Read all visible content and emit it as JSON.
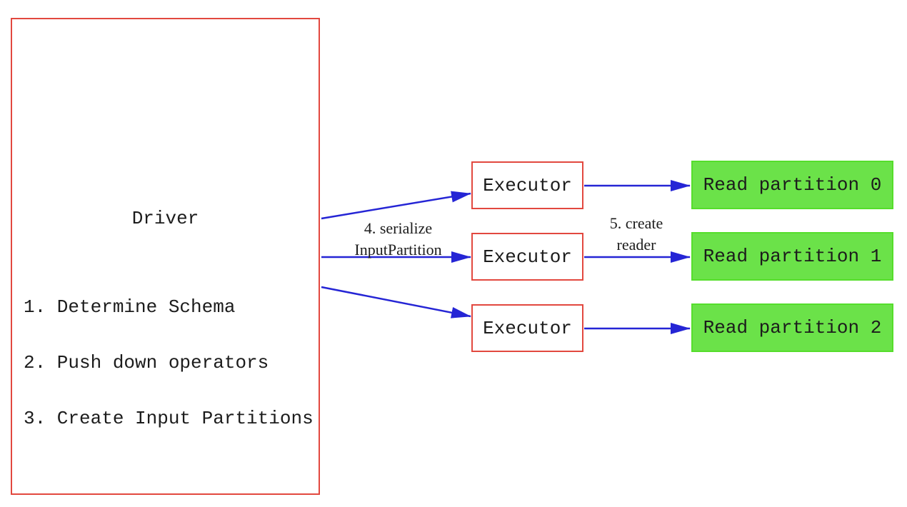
{
  "diagram": {
    "driver": {
      "title": "Driver",
      "steps": [
        "1. Determine Schema",
        "2. Push down operators",
        "3. Create Input Partitions"
      ]
    },
    "executors": [
      {
        "label": "Executor"
      },
      {
        "label": "Executor"
      },
      {
        "label": "Executor"
      }
    ],
    "partitions": [
      {
        "label": "Read partition 0"
      },
      {
        "label": "Read partition 1"
      },
      {
        "label": "Read partition 2"
      }
    ],
    "edge_labels": {
      "serialize": {
        "line1": "4. serialize",
        "line2": "InputPartition"
      },
      "create_reader": {
        "line1": "5. create",
        "line2": "reader"
      }
    },
    "colors": {
      "box_border_red": "#e2483f",
      "arrow_blue": "#2525d5",
      "partition_green": "#6be249",
      "partition_green_border": "#55de2b",
      "text_black": "#1c1c1c"
    }
  }
}
